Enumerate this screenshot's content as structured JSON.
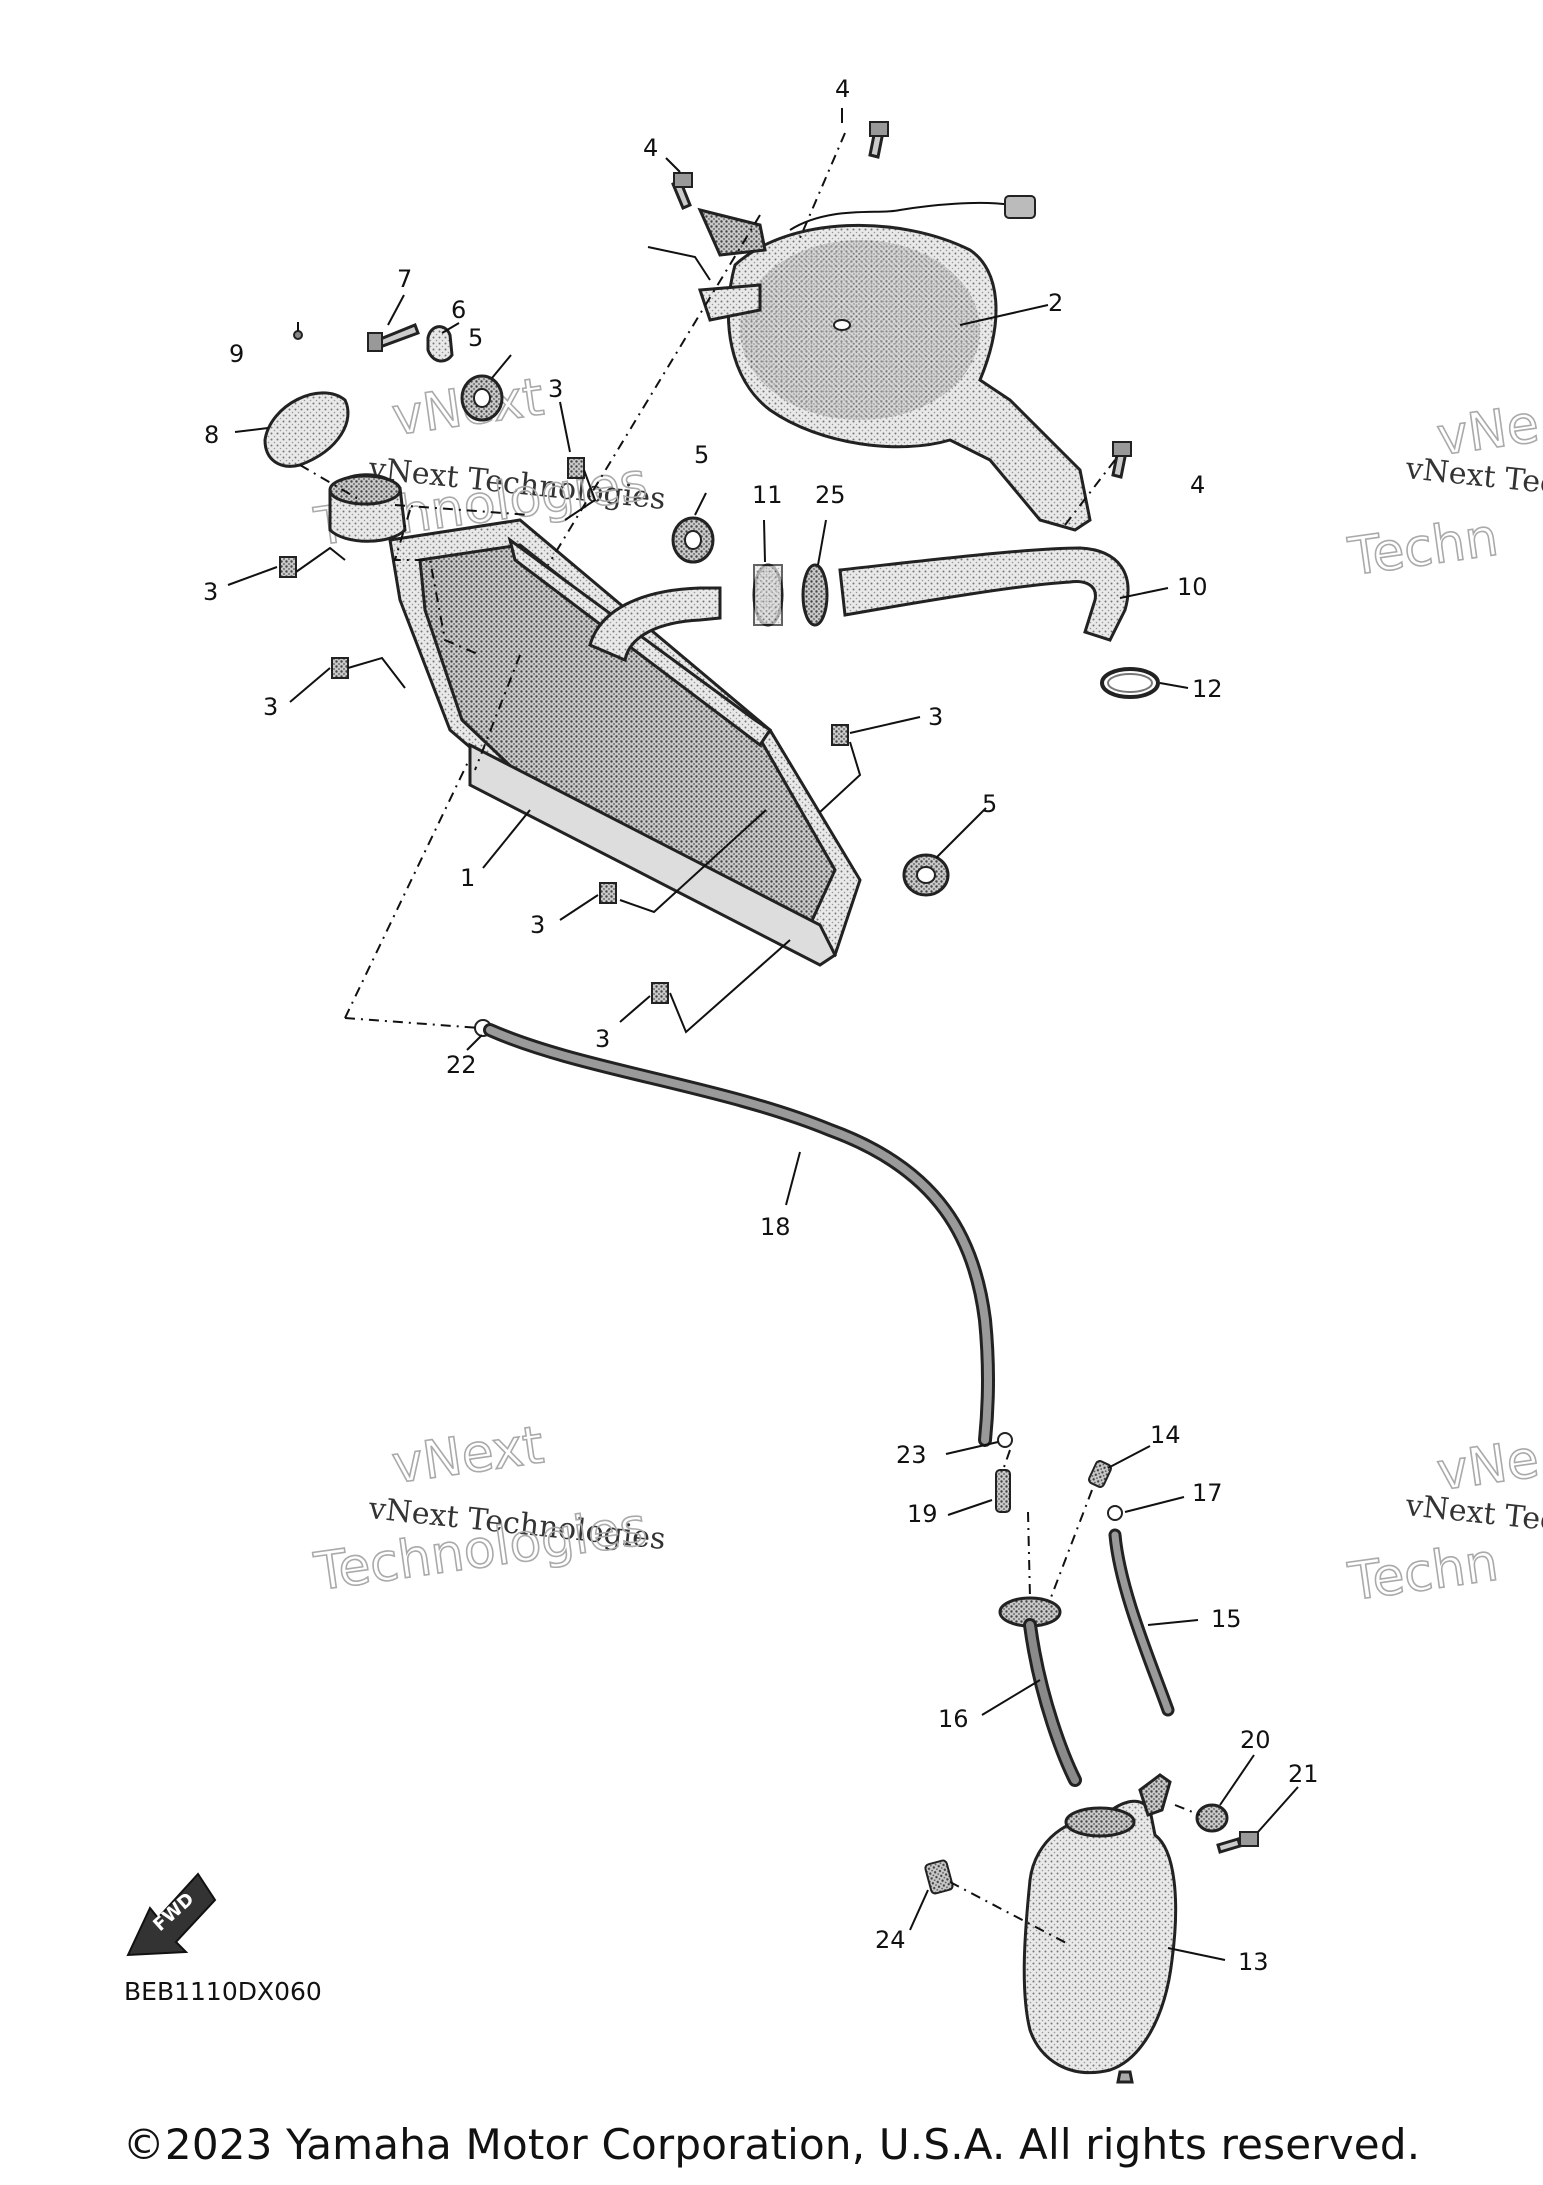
{
  "diagram": {
    "code": "BEB1110DX060",
    "fwd_label": "FWD",
    "callouts": [
      {
        "id": "4a",
        "label": "4"
      },
      {
        "id": "4b",
        "label": "4"
      },
      {
        "id": "4c",
        "label": "4"
      },
      {
        "id": "2",
        "label": "2"
      },
      {
        "id": "7",
        "label": "7"
      },
      {
        "id": "6",
        "label": "6"
      },
      {
        "id": "5a",
        "label": "5"
      },
      {
        "id": "9",
        "label": "9"
      },
      {
        "id": "3a",
        "label": "3"
      },
      {
        "id": "8",
        "label": "8"
      },
      {
        "id": "5b",
        "label": "5"
      },
      {
        "id": "11",
        "label": "11"
      },
      {
        "id": "25",
        "label": "25"
      },
      {
        "id": "3b",
        "label": "3"
      },
      {
        "id": "10",
        "label": "10"
      },
      {
        "id": "12",
        "label": "12"
      },
      {
        "id": "3c",
        "label": "3"
      },
      {
        "id": "3d",
        "label": "3"
      },
      {
        "id": "5c",
        "label": "5"
      },
      {
        "id": "1",
        "label": "1"
      },
      {
        "id": "3e",
        "label": "3"
      },
      {
        "id": "3f",
        "label": "3"
      },
      {
        "id": "22",
        "label": "22"
      },
      {
        "id": "18",
        "label": "18"
      },
      {
        "id": "14",
        "label": "14"
      },
      {
        "id": "23",
        "label": "23"
      },
      {
        "id": "17",
        "label": "17"
      },
      {
        "id": "19",
        "label": "19"
      },
      {
        "id": "15",
        "label": "15"
      },
      {
        "id": "16",
        "label": "16"
      },
      {
        "id": "20",
        "label": "20"
      },
      {
        "id": "21",
        "label": "21"
      },
      {
        "id": "24",
        "label": "24"
      },
      {
        "id": "13",
        "label": "13"
      }
    ]
  },
  "watermark": {
    "line_small": "vNext Technologies",
    "line_big_1": "vNext",
    "line_big_2": "Technologies",
    "line_partial_small": "vNext Tec",
    "line_partial_big_1": "vNe",
    "line_partial_big_2": "Techn"
  },
  "copyright": "©2023 Yamaha Motor Corporation, U.S.A. All rights reserved."
}
